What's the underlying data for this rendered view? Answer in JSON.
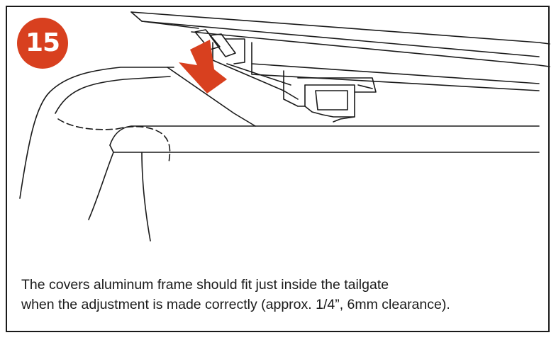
{
  "step": {
    "number": "15",
    "badge_color": "#d8401f"
  },
  "caption": {
    "line1": "The covers aluminum frame should fit just inside the tailgate",
    "line2": "when the adjustment is made correctly (approx. 1/4”, 6mm clearance)."
  },
  "colors": {
    "arrow": "#d8401f",
    "line": "#1a1a1a"
  }
}
